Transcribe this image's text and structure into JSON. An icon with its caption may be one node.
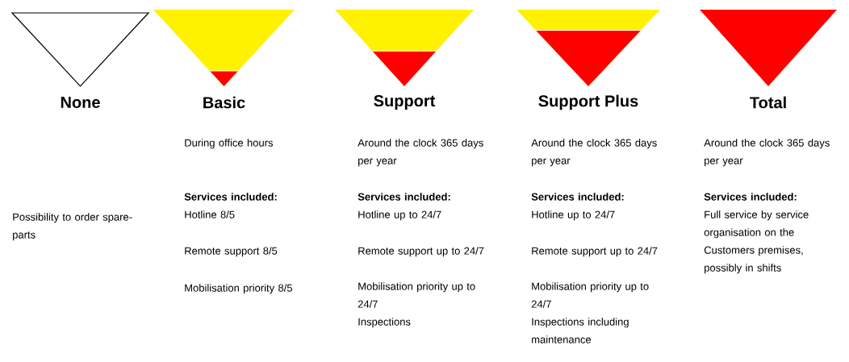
{
  "diagram": {
    "nodes": [
      {
        "text": [
          "None"
        ]
      },
      {
        "text": [
          "Basic"
        ]
      },
      {
        "text": [
          "Support"
        ]
      },
      {
        "text": [
          "Support Plus"
        ]
      },
      {
        "text": [
          "Total"
        ]
      }
    ],
    "labels": [
      "Possibility to order spare-parts",
      "During office hours",
      "Services included:",
      "Hotline 8/5",
      "Remote support 8/5",
      "Mobilisation priority 8/5",
      "Around the clock 365 days per year",
      "Services included:",
      "Hotline up to 24/7",
      "Remote support up to 24/7",
      "Mobilisation priority up to 24/7",
      "Inspections",
      "Around the clock 365 days per year",
      "Services included:",
      "Hotline up to 24/7",
      "Remote support up to 24/7",
      "Mobilisation priority up to 24/7",
      "Inspections including maintenance",
      "Around the clock 365 days per year",
      "Services included:",
      "Full service by service organisation on the Customers premises, possibly in shifts"
    ]
  }
}
